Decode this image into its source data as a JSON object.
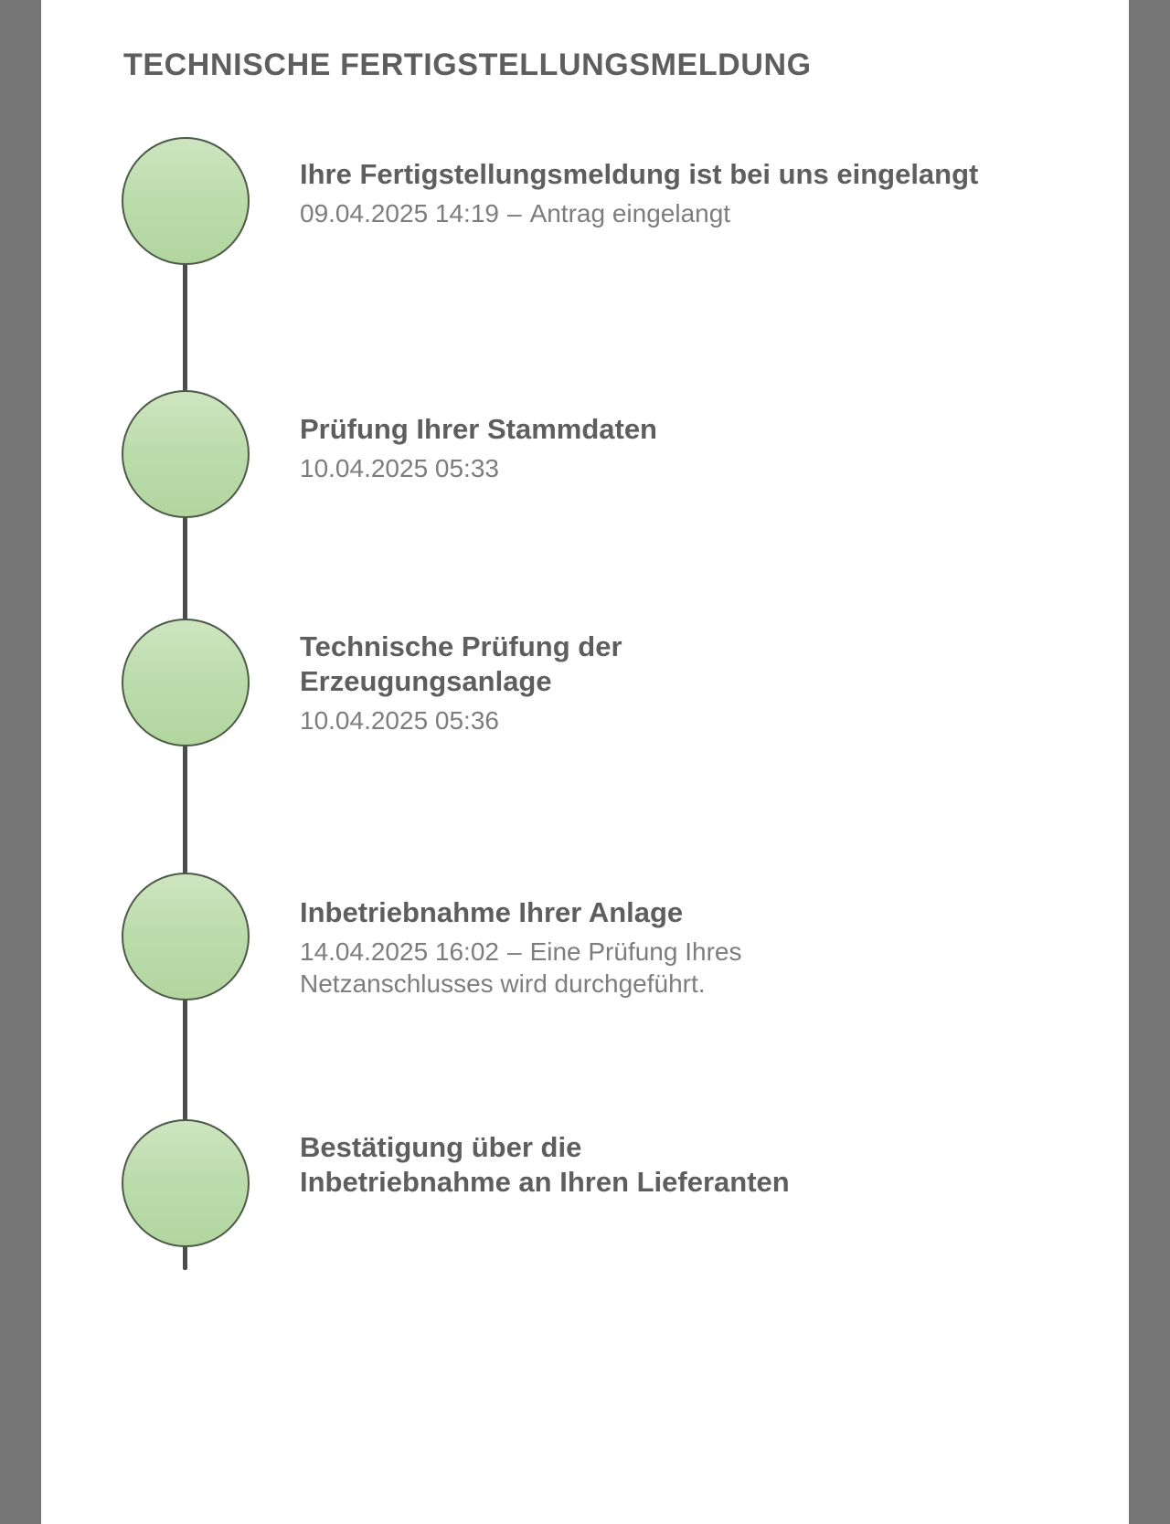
{
  "page": {
    "title": "TECHNISCHE FERTIGSTELLUNGSMELDUNG",
    "background_color": "#ffffff",
    "frame_color": "#767676"
  },
  "theme": {
    "title_color": "#5e5e5e",
    "step_title_color": "#5e5e5e",
    "step_meta_color": "#7d7d7d",
    "marker_fill_top": "#cde5c0",
    "marker_fill_bottom": "#b2d6a0",
    "marker_border": "#4e5a48",
    "spine_color": "#4c4c4c"
  },
  "timeline": {
    "steps": [
      {
        "id": "antrag-eingelangt",
        "title": "Ihre Fertigstellungsmeldung ist bei uns eingelangt",
        "timestamp": "09.04.2025 14:19",
        "separator": "–",
        "note": "Antrag eingelangt",
        "state": "done"
      },
      {
        "id": "pruefung-stammdaten",
        "title": "Prüfung Ihrer Stammdaten",
        "timestamp": "10.04.2025 05:33",
        "separator": "",
        "note": "",
        "state": "done"
      },
      {
        "id": "technische-pruefung",
        "title": "Technische Prüfung der Erzeugungsanlage",
        "timestamp": "10.04.2025 05:36",
        "separator": "",
        "note": "",
        "state": "done"
      },
      {
        "id": "inbetriebnahme",
        "title": "Inbetriebnahme Ihrer Anlage",
        "timestamp": "14.04.2025 16:02",
        "separator": "–",
        "note": "Eine Prüfung Ihres Netzanschlusses wird durchgeführt.",
        "state": "done"
      },
      {
        "id": "bestaetigung-lieferant",
        "title": "Bestätigung über die Inbetriebnahme an Ihren Lieferanten",
        "timestamp": "",
        "separator": "",
        "note": "",
        "state": "done"
      }
    ]
  }
}
